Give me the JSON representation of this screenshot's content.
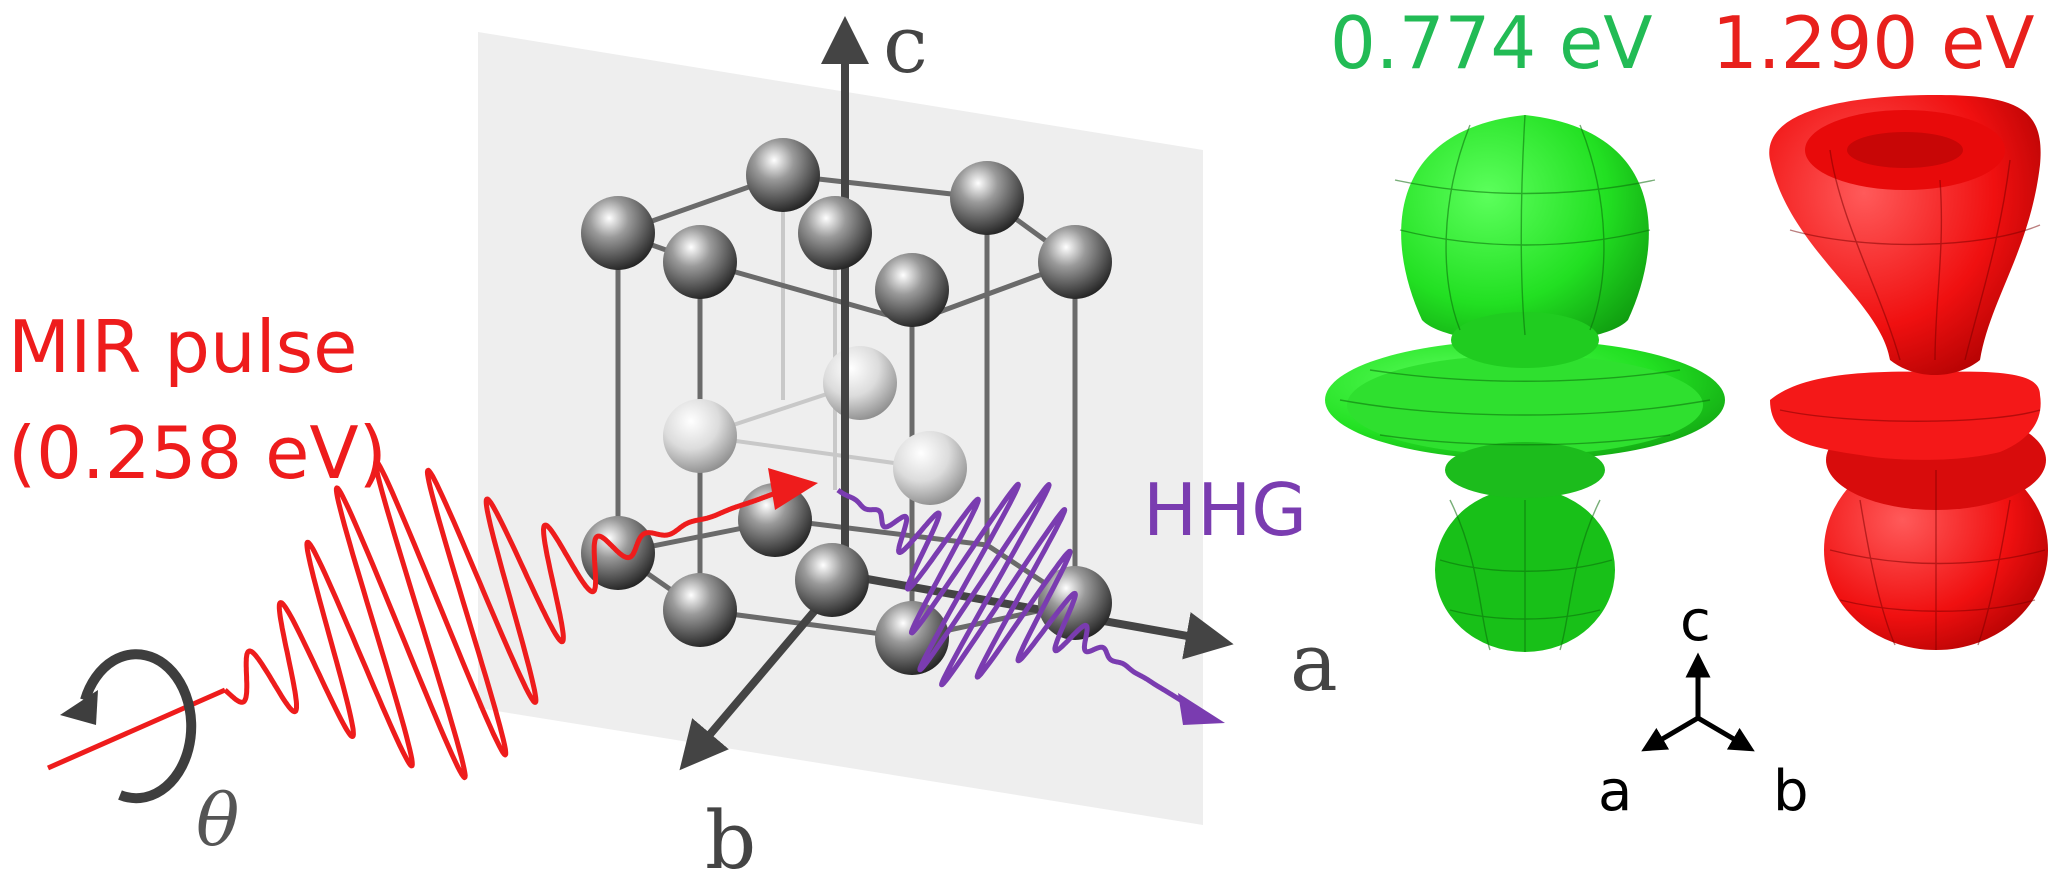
{
  "labels": {
    "mir_line1": "MIR pulse",
    "mir_line2": "(0.258 eV)",
    "hhg": "HHG",
    "theta": "θ",
    "axis_a": "a",
    "axis_b": "b",
    "axis_c": "c",
    "energy_green": "0.774 eV",
    "energy_red": "1.290 eV",
    "mini_a": "a",
    "mini_b": "b",
    "mini_c": "c"
  },
  "colors": {
    "mir": "#ee1c1c",
    "hhg": "#7a3cb0",
    "green": "#22bb55",
    "red": "#e8201c",
    "axis": "#444444",
    "plane": "#ededed"
  }
}
